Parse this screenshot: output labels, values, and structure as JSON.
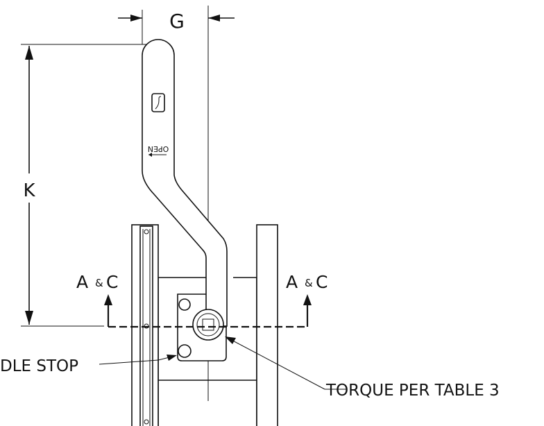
{
  "labels": {
    "dim_g": "G",
    "dim_k": "K",
    "section_left_a": "A",
    "section_left_amp": "&",
    "section_left_c": "C",
    "section_right_a": "A",
    "section_right_amp": "&",
    "section_right_c": "C",
    "handle_stop": "DLE STOP",
    "torque_note": "TORQUE PER TABLE 3",
    "handle_marking": "OPEN"
  }
}
